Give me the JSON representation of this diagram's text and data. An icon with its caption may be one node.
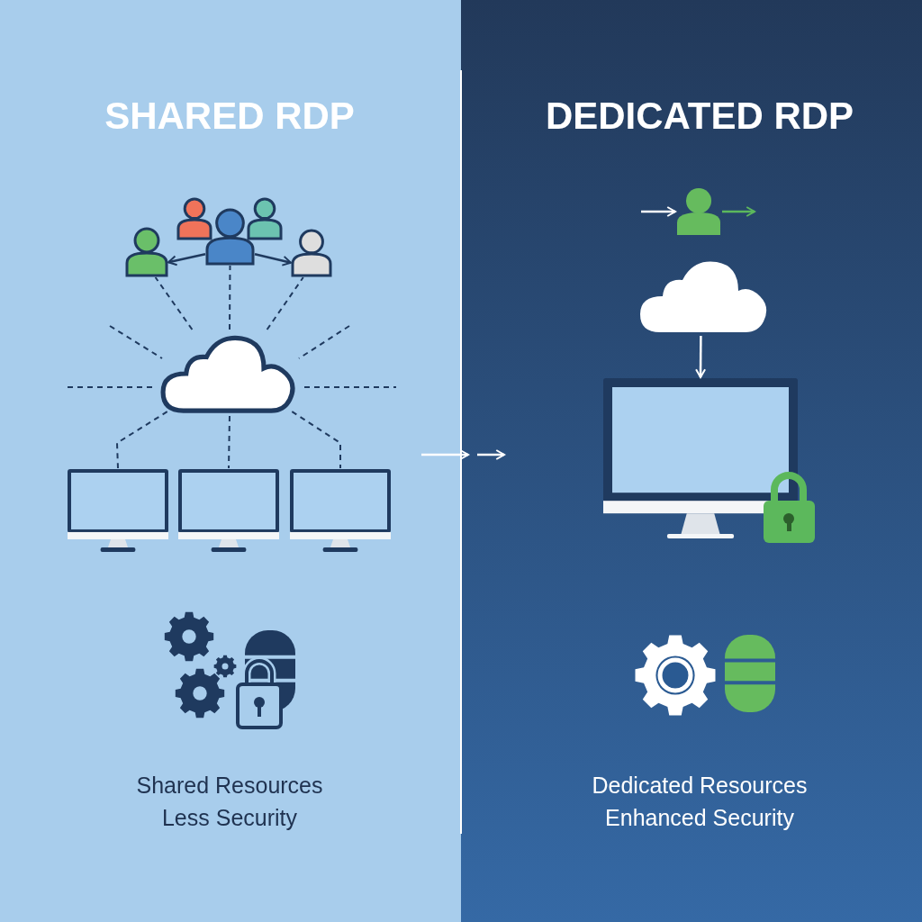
{
  "diagram": {
    "nodes": [
      {
        "text": [
          "SHARED RDP",
          "Shared Resources",
          "Less Security"
        ]
      },
      {
        "text": [
          "DEDICATED RDP",
          "Dedicated Resources",
          "Enhanced Security"
        ]
      },
      {
        "text": [],
        "shape": "person",
        "in": 0
      },
      {
        "text": [],
        "shape": "person",
        "in": 0
      },
      {
        "text": [],
        "shape": "person",
        "in": 0
      },
      {
        "text": [],
        "shape": "person",
        "in": 0
      },
      {
        "text": [],
        "shape": "person",
        "in": 0
      },
      {
        "text": [],
        "shape": "cloud",
        "in": 0
      },
      {
        "text": [],
        "shape": "monitor",
        "in": 0
      },
      {
        "text": [],
        "shape": "monitor",
        "in": 0
      },
      {
        "text": [],
        "shape": "monitor",
        "in": 0
      },
      {
        "text": [],
        "shape": "person",
        "in": 1
      },
      {
        "text": [],
        "shape": "cloud",
        "in": 1
      },
      {
        "text": [],
        "shape": "monitor",
        "in": 1
      }
    ],
    "edges": [
      {
        "from": 4,
        "to": 2,
        "arrow": "to"
      },
      {
        "from": 4,
        "to": 6,
        "arrow": "to"
      },
      {
        "from": 7,
        "to": 2,
        "arrow": "none",
        "style": "dashed"
      },
      {
        "from": 7,
        "to": 4,
        "arrow": "none",
        "style": "dashed"
      },
      {
        "from": 7,
        "to": 6,
        "arrow": "none",
        "style": "dashed"
      },
      {
        "from": 7,
        "to": 8,
        "arrow": "none",
        "style": "dashed"
      },
      {
        "from": 7,
        "to": 9,
        "arrow": "none",
        "style": "dashed"
      },
      {
        "from": 7,
        "to": 10,
        "arrow": "none",
        "style": "dashed"
      },
      {
        "from": null,
        "to": 11,
        "arrow": "to",
        "color": "#ffffff"
      },
      {
        "from": 11,
        "to": null,
        "arrow": "to",
        "color": "#5cb85c"
      },
      {
        "from": 12,
        "to": 13,
        "arrow": "to",
        "color": "#ffffff"
      }
    ]
  }
}
